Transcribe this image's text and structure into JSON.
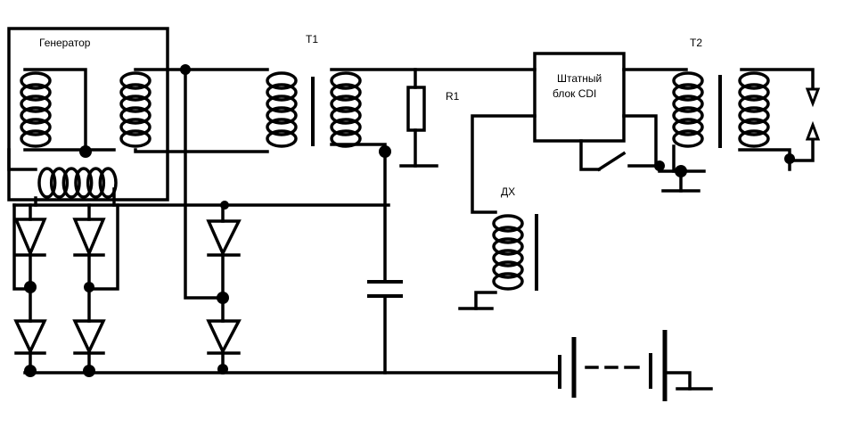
{
  "labels": {
    "generator": "Генератор",
    "t1": "T1",
    "r1": "R1",
    "cdi_line1": "Штатный",
    "cdi_line2": "блок CDI",
    "t2": "T2",
    "dh": "ДХ"
  },
  "colors": {
    "ink": "#000000",
    "background": "#ffffff"
  },
  "icons": [
    "coil-icon",
    "diode-icon",
    "capacitor-icon",
    "resistor-icon",
    "battery-icon",
    "ground-icon",
    "switch-icon",
    "spark-gap-icon"
  ]
}
